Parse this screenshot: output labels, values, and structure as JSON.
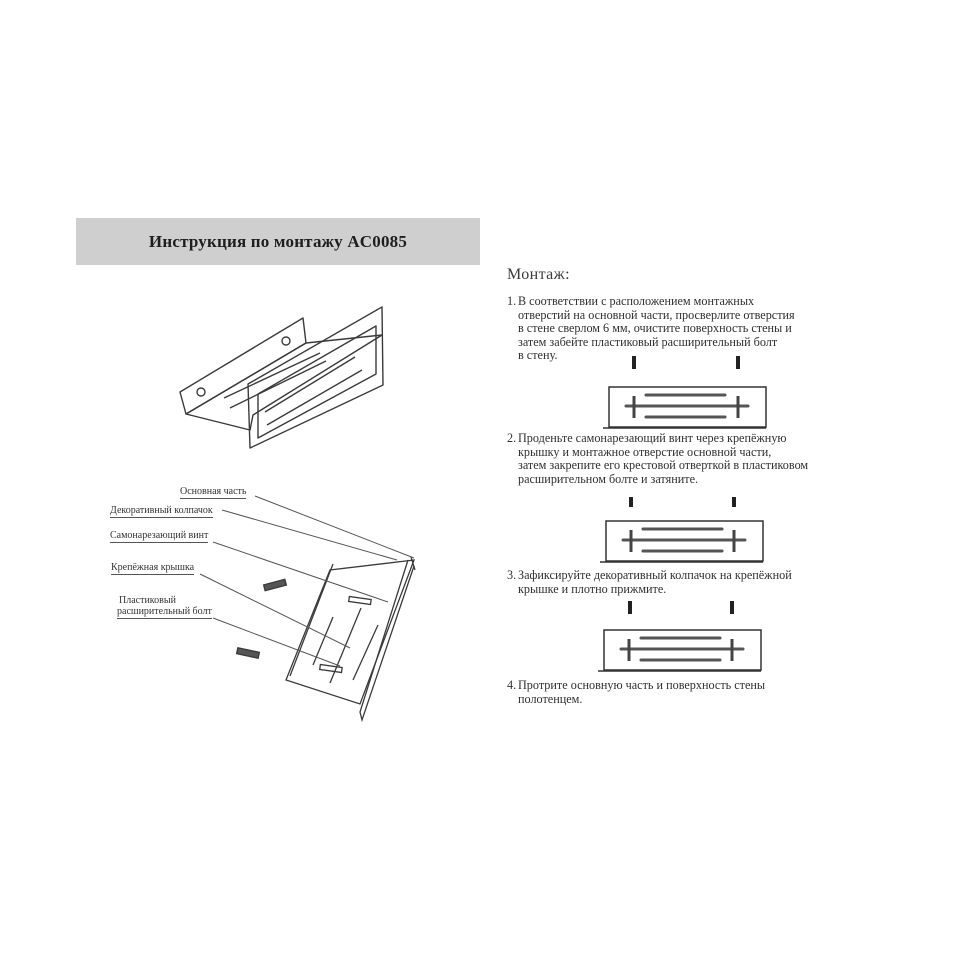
{
  "title": "Инструкция по монтажу AC0085",
  "diagram_labels": [
    "Основная часть",
    "Декоративный колпачок",
    "Самонарезающий винт",
    "Крепёжная крышка",
    "Пластиковый",
    "расширительный болт"
  ],
  "section_heading": "Монтаж:",
  "steps": [
    {
      "number": "1.",
      "lines": [
        "В соответствии с расположением монтажных",
        "отверстий на основной части, просверлите отверстия",
        "в стене сверлом 6 мм, очистите поверхность стены и",
        "затем забейте пластиковый расширительный болт",
        "в стену."
      ]
    },
    {
      "number": "2.",
      "lines": [
        "Проденьте самонарезающий винт через крепёжную",
        "крышку и монтажное отверстие основной части,",
        "затем закрепите его крестовой отверткой в пластиковом",
        "расширительном болте и затяните."
      ]
    },
    {
      "number": "3.",
      "lines": [
        "Зафиксируйте декоративный колпачок на крепёжной",
        "крышке и плотно прижмите."
      ]
    },
    {
      "number": "4.",
      "lines": [
        "Протрите основную часть и поверхность стены",
        "полотенцем."
      ]
    }
  ]
}
